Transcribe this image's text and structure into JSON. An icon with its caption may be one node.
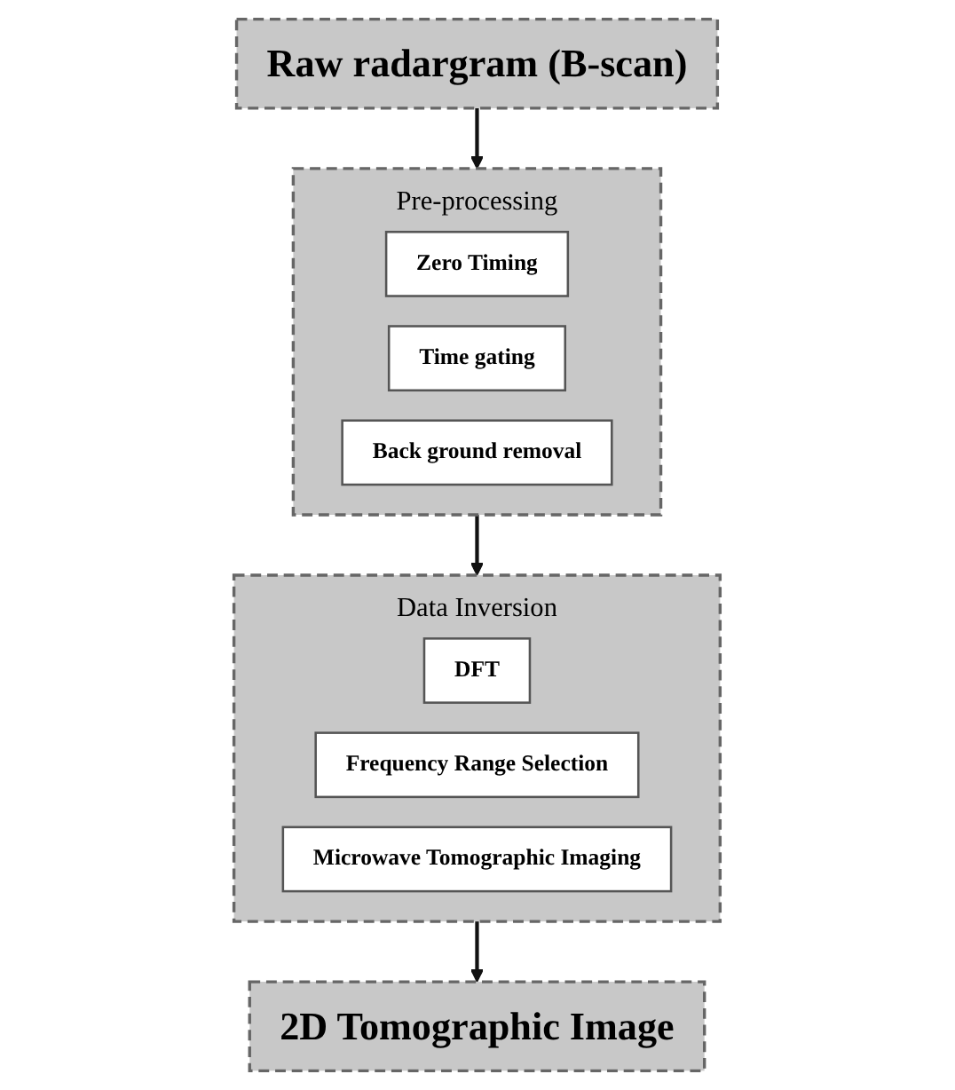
{
  "diagram": {
    "nodes": [
      {
        "text": [
          "Raw radargram (B-scan)"
        ]
      },
      {
        "text": [
          "Pre-processing"
        ]
      },
      {
        "text": [
          "Zero Timing"
        ],
        "in": 1
      },
      {
        "text": [
          "Time gating"
        ],
        "in": 1
      },
      {
        "text": [
          "Back ground removal"
        ],
        "in": 1
      },
      {
        "text": [
          "Data Inversion"
        ]
      },
      {
        "text": [
          "DFT"
        ],
        "in": 5
      },
      {
        "text": [
          "Frequency Range Selection"
        ],
        "in": 5
      },
      {
        "text": [
          "Microwave Tomographic Imaging"
        ],
        "in": 5
      },
      {
        "text": [
          "2D Tomographic Image"
        ]
      }
    ],
    "edges": [
      {
        "from": 0,
        "to": 1,
        "arrow": "to"
      },
      {
        "from": 1,
        "to": 5,
        "arrow": "to"
      },
      {
        "from": 5,
        "to": 9,
        "arrow": "to"
      }
    ]
  }
}
